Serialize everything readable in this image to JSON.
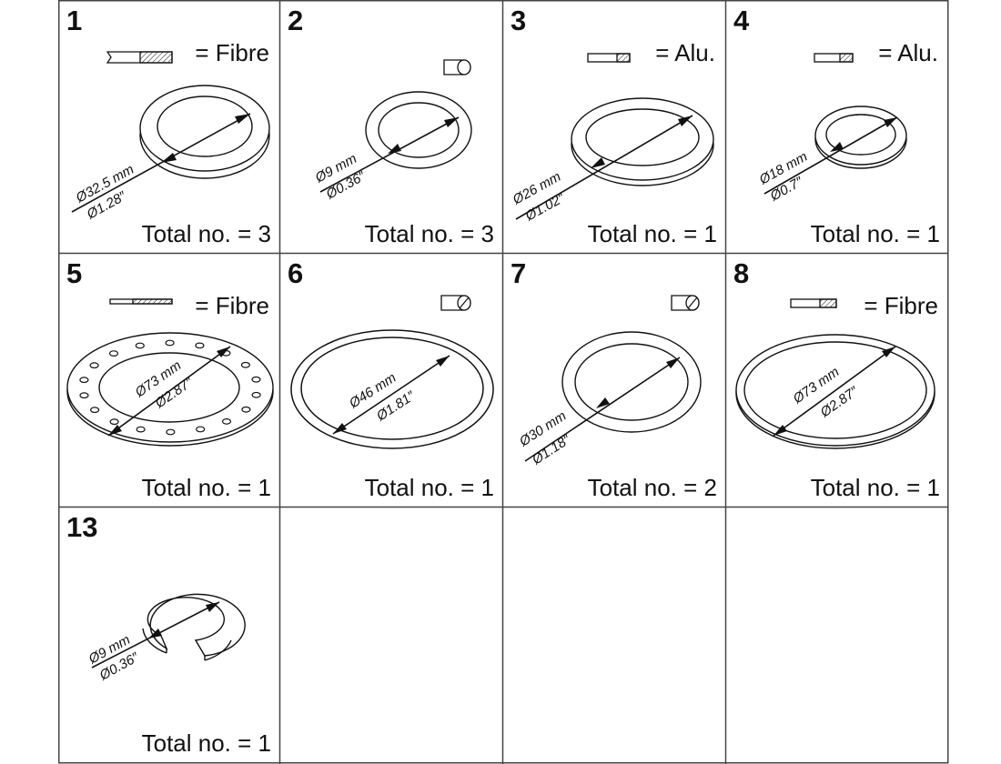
{
  "colors": {
    "line": "#111111",
    "grid": "#444444",
    "background": "#ffffff"
  },
  "parts": [
    {
      "number": "1",
      "material": "Fibre",
      "section_icon": "fibre-section-icon",
      "dia_mm": "Ø32.5 mm",
      "dia_in": "Ø1.28″",
      "total": "Total no. = 3"
    },
    {
      "number": "2",
      "material": "",
      "section_icon": "o-ring-section-icon",
      "dia_mm": "Ø9 mm",
      "dia_in": "Ø0.36″",
      "total": "Total no. = 3"
    },
    {
      "number": "3",
      "material": "Alu.",
      "section_icon": "alu-section-icon",
      "dia_mm": "Ø26 mm",
      "dia_in": "Ø1.02″",
      "total": "Total no. = 1"
    },
    {
      "number": "4",
      "material": "Alu.",
      "section_icon": "alu-section-icon",
      "dia_mm": "Ø18 mm",
      "dia_in": "Ø0.7″",
      "total": "Total no. = 1"
    },
    {
      "number": "5",
      "material": "Fibre",
      "section_icon": "fibre-section-icon",
      "dia_mm": "Ø73 mm",
      "dia_in": "Ø2.87″",
      "total": "Total no. = 1"
    },
    {
      "number": "6",
      "material": "",
      "section_icon": "o-ring-section-icon",
      "dia_mm": "Ø46 mm",
      "dia_in": "Ø1.81″",
      "total": "Total no. = 1"
    },
    {
      "number": "7",
      "material": "",
      "section_icon": "o-ring-section-icon",
      "dia_mm": "Ø30 mm",
      "dia_in": "Ø1.18″",
      "total": "Total no. = 2"
    },
    {
      "number": "8",
      "material": "Fibre",
      "section_icon": "fibre-section-icon",
      "dia_mm": "Ø73 mm",
      "dia_in": "Ø2.87″",
      "total": "Total no. = 1"
    },
    {
      "number": "13",
      "material": "",
      "section_icon": "",
      "dia_mm": "Ø9 mm",
      "dia_in": "Ø0.36″",
      "total": "Total no. = 1"
    }
  ]
}
